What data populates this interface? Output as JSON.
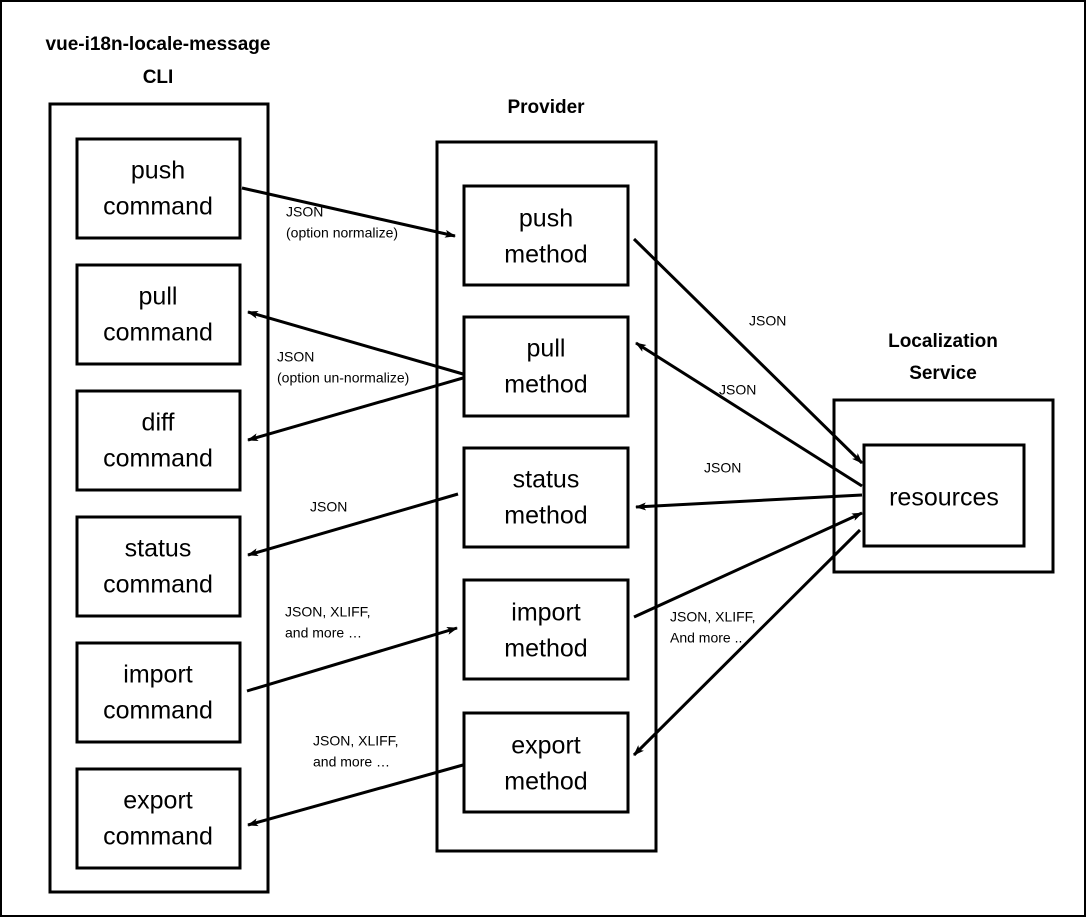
{
  "diagram": {
    "title_lines": [
      "vue-i18n-locale-message",
      "CLI"
    ],
    "groups": {
      "cli": {
        "title_line1": "vue-i18n-locale-message",
        "title_line2": "CLI",
        "nodes": [
          {
            "line1": "push",
            "line2": "command"
          },
          {
            "line1": "pull",
            "line2": "command"
          },
          {
            "line1": "diff",
            "line2": "command"
          },
          {
            "line1": "status",
            "line2": "command"
          },
          {
            "line1": "import",
            "line2": "command"
          },
          {
            "line1": "export",
            "line2": "command"
          }
        ]
      },
      "provider": {
        "title": "Provider",
        "nodes": [
          {
            "line1": "push",
            "line2": "method"
          },
          {
            "line1": "pull",
            "line2": "method"
          },
          {
            "line1": "status",
            "line2": "method"
          },
          {
            "line1": "import",
            "line2": "method"
          },
          {
            "line1": "export",
            "line2": "method"
          }
        ]
      },
      "service": {
        "title_line1": "Localization",
        "title_line2": "Service",
        "nodes": [
          {
            "line1": "resources"
          }
        ]
      }
    },
    "edge_labels": {
      "push_cli_to_provider_l1": "JSON",
      "push_cli_to_provider_l2": "(option normalize)",
      "pull_provider_to_cli_l1": "JSON",
      "pull_provider_to_cli_l2": "(option un-normalize)",
      "status_provider_to_cli": "JSON",
      "import_cli_to_provider_l1": "JSON, XLIFF,",
      "import_cli_to_provider_l2": "and more …",
      "export_provider_to_cli_l1": "JSON, XLIFF,",
      "export_provider_to_cli_l2": "and more …",
      "push_provider_to_service": "JSON",
      "pull_service_to_provider": "JSON",
      "status_service_to_provider": "JSON",
      "io_provider_service_l1": "JSON, XLIFF,",
      "io_provider_service_l2": "And more .."
    },
    "colors": {
      "stroke": "#000000",
      "background": "#ffffff"
    }
  }
}
